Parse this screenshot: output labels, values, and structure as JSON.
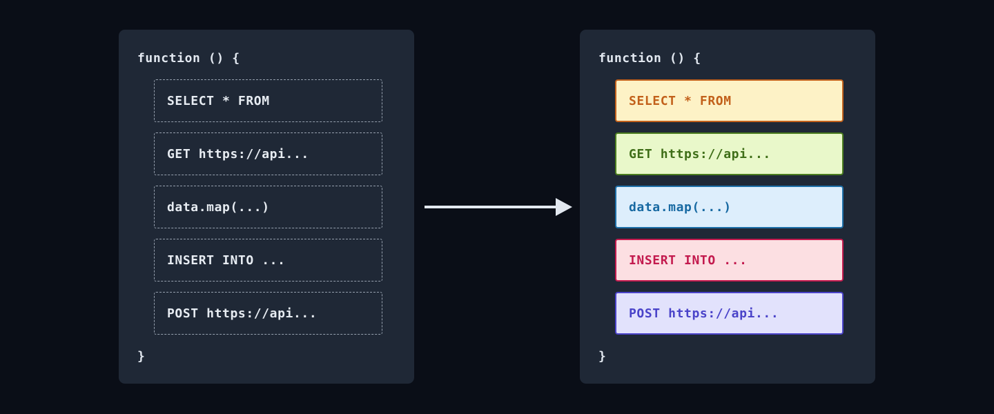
{
  "page": {
    "background": "#0a0e17",
    "panel_background": "#1f2836",
    "code_text_color": "#e2e8f0",
    "dashed_border_color": "#97a1af"
  },
  "left_panel": {
    "function_open": "function () {",
    "function_close": "}",
    "blocks": [
      {
        "label": "SELECT * FROM"
      },
      {
        "label": "GET https://api..."
      },
      {
        "label": "data.map(...)"
      },
      {
        "label": "INSERT INTO ..."
      },
      {
        "label": "POST https://api..."
      }
    ]
  },
  "arrow": {
    "direction": "right",
    "color": "#e2e8f0"
  },
  "right_panel": {
    "function_open": "function () {",
    "function_close": "}",
    "blocks": [
      {
        "label": "SELECT * FROM",
        "bg": "#fdf2c6",
        "border": "#c2611c",
        "text": "#c2601a"
      },
      {
        "label": "GET https://api...",
        "bg": "#e9f8ca",
        "border": "#4b7d1f",
        "text": "#3f6e18"
      },
      {
        "label": "data.map(...)",
        "bg": "#ddeefc",
        "border": "#1d6fa8",
        "text": "#1769a2"
      },
      {
        "label": "INSERT INTO ...",
        "bg": "#fcdfe2",
        "border": "#c31a4e",
        "text": "#c31a4e"
      },
      {
        "label": "POST https://api...",
        "bg": "#e2e2fc",
        "border": "#4a43c9",
        "text": "#4a43c9"
      }
    ]
  }
}
